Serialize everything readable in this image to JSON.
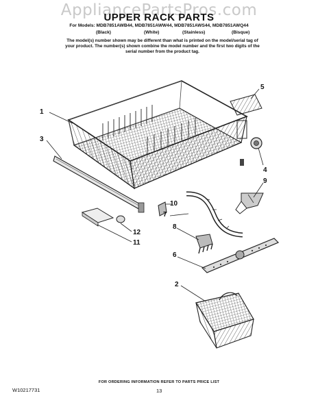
{
  "watermark": "AppliancePartsPros.com",
  "header": {
    "title": "UPPER RACK PARTS",
    "models_line": "For Models: MDB7851AWB44, MDB7851AWW44, MDB7851AWS44, MDB7851AWQ44",
    "colors": [
      "(Black)",
      "(White)",
      "(Stainless)",
      "(Bisque)"
    ],
    "note": "The model(s) number shown may be different than what is printed on the model/serial tag of your product. The number(s) shown combine the model number and the first two digits of the serial number from the product tag."
  },
  "callouts": {
    "c1": "1",
    "c2": "2",
    "c3": "3",
    "c4": "4",
    "c5": "5",
    "c6": "6",
    "c7": "7",
    "c8": "8",
    "c9": "9",
    "c10": "10",
    "c11": "11",
    "c12": "12"
  },
  "footer": {
    "ordering_info": "FOR ORDERING INFORMATION REFER TO PARTS PRICE LIST",
    "doc_number": "W10217731",
    "page_number": "13"
  }
}
